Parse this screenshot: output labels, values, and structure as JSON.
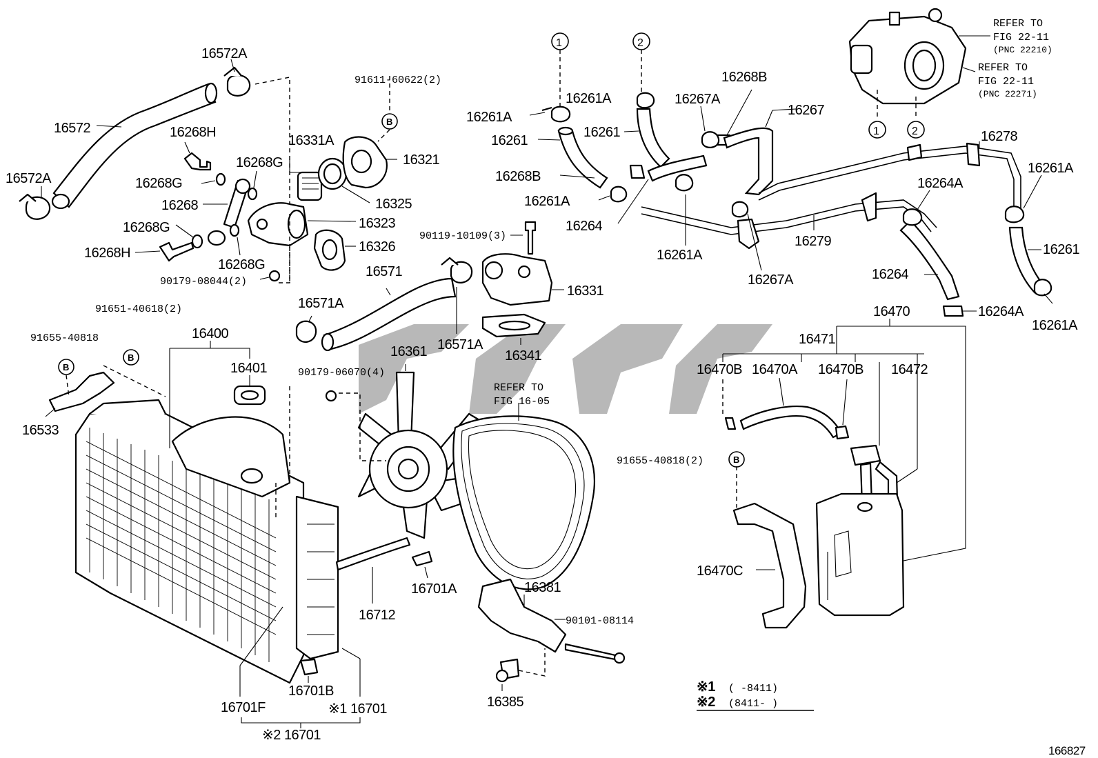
{
  "parts": [
    {
      "key": "p16572A_top",
      "text": "16572A"
    },
    {
      "key": "p16572",
      "text": "16572"
    },
    {
      "key": "p16572A_left",
      "text": "16572A"
    },
    {
      "key": "p16268H_top",
      "text": "16268H"
    },
    {
      "key": "p16268G_1",
      "text": "16268G"
    },
    {
      "key": "p16268G_2",
      "text": "16268G"
    },
    {
      "key": "p16268",
      "text": "16268"
    },
    {
      "key": "p16268G_3",
      "text": "16268G"
    },
    {
      "key": "p16268H_bot",
      "text": "16268H"
    },
    {
      "key": "p16268G_4",
      "text": "16268G"
    },
    {
      "key": "p90179_08044",
      "text": "90179-08044(2)"
    },
    {
      "key": "p16331A",
      "text": "16331A"
    },
    {
      "key": "p91611",
      "text": "91611-60622(2)"
    },
    {
      "key": "p16321",
      "text": "16321"
    },
    {
      "key": "p16325",
      "text": "16325"
    },
    {
      "key": "p16323",
      "text": "16323"
    },
    {
      "key": "p16326",
      "text": "16326"
    },
    {
      "key": "p16571",
      "text": "16571"
    },
    {
      "key": "p16571A_l",
      "text": "16571A"
    },
    {
      "key": "p16571A_r",
      "text": "16571A"
    },
    {
      "key": "p16331",
      "text": "16331"
    },
    {
      "key": "p16341",
      "text": "16341"
    },
    {
      "key": "p90119",
      "text": "90119-10109(3)"
    },
    {
      "key": "p91651",
      "text": "91651-40618(2)"
    },
    {
      "key": "p91655_a",
      "text": "91655-40818"
    },
    {
      "key": "p16400",
      "text": "16400"
    },
    {
      "key": "p16401",
      "text": "16401"
    },
    {
      "key": "p16533",
      "text": "16533"
    },
    {
      "key": "p16361",
      "text": "16361"
    },
    {
      "key": "p90179_06070",
      "text": "90179-06070(4)"
    },
    {
      "key": "pRefer1605a",
      "text": "REFER TO"
    },
    {
      "key": "pRefer1605b",
      "text": "FIG 16-05"
    },
    {
      "key": "p16712",
      "text": "16712"
    },
    {
      "key": "p16701A",
      "text": "16701A"
    },
    {
      "key": "p16381",
      "text": "16381"
    },
    {
      "key": "p90101",
      "text": "90101-08114"
    },
    {
      "key": "p16385",
      "text": "16385"
    },
    {
      "key": "p16701F",
      "text": "16701F"
    },
    {
      "key": "p16701B",
      "text": "16701B"
    },
    {
      "key": "p16701_1",
      "text": "※1 16701"
    },
    {
      "key": "p16701_2",
      "text": "※2 16701"
    },
    {
      "key": "p16261A_1",
      "text": "16261A"
    },
    {
      "key": "p16261A_2",
      "text": "16261A"
    },
    {
      "key": "p16261_1",
      "text": "16261"
    },
    {
      "key": "p16261_2",
      "text": "16261"
    },
    {
      "key": "p16268B_1",
      "text": "16268B"
    },
    {
      "key": "p16268B_2",
      "text": "16268B"
    },
    {
      "key": "p16267A_1",
      "text": "16267A"
    },
    {
      "key": "p16267",
      "text": "16267"
    },
    {
      "key": "p16261A_3",
      "text": "16261A"
    },
    {
      "key": "p16264_1",
      "text": "16264"
    },
    {
      "key": "p16261A_4",
      "text": "16261A"
    },
    {
      "key": "p16267A_2",
      "text": "16267A"
    },
    {
      "key": "p16279",
      "text": "16279"
    },
    {
      "key": "p16278",
      "text": "16278"
    },
    {
      "key": "p16261A_5",
      "text": "16261A"
    },
    {
      "key": "p16264A_1",
      "text": "16264A"
    },
    {
      "key": "p16261_3",
      "text": "16261"
    },
    {
      "key": "p16264_2",
      "text": "16264"
    },
    {
      "key": "p16264A_2",
      "text": "16264A"
    },
    {
      "key": "p16261A_6",
      "text": "16261A"
    },
    {
      "key": "p16470",
      "text": "16470"
    },
    {
      "key": "p16471",
      "text": "16471"
    },
    {
      "key": "p16470B_1",
      "text": "16470B"
    },
    {
      "key": "p16470A",
      "text": "16470A"
    },
    {
      "key": "p16470B_2",
      "text": "16470B"
    },
    {
      "key": "p16472",
      "text": "16472"
    },
    {
      "key": "p91655_b",
      "text": "91655-40818(2)"
    },
    {
      "key": "p16470C",
      "text": "16470C"
    }
  ],
  "refer_22211": {
    "line1": "REFER TO",
    "line2": "FIG 22-11",
    "line3": "(PNC 22210)"
  },
  "refer_22271": {
    "line1": "REFER TO",
    "line2": "FIG 22-11",
    "line3": "(PNC 22271)"
  },
  "circled": {
    "one": "1",
    "two": "2",
    "b": "B"
  },
  "legend": {
    "row1_mark": "※1",
    "row1_text": "(      -8411)",
    "row2_mark": "※2",
    "row2_text": "(8411-      )"
  },
  "diagram_id": "166827",
  "icons": {
    "watermark": "watermark-logo-graphic"
  }
}
